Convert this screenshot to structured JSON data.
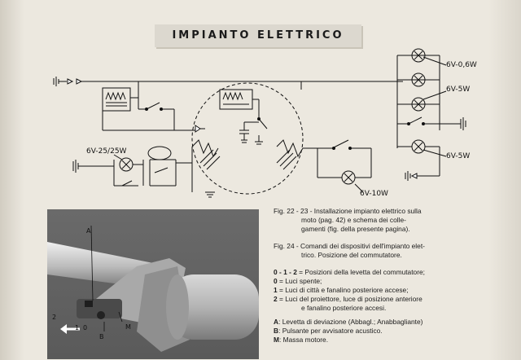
{
  "title": "IMPIANTO ELETTRICO",
  "diagram": {
    "labels": {
      "lamp_top1": "6V-0,6W",
      "lamp_top2": "6V-5W",
      "lamp_bottom": "6V-5W",
      "headlamp": "6V-25/25W",
      "horn_lamp": "6V-10W"
    }
  },
  "photo": {
    "labels": {
      "A": "A",
      "B": "B",
      "M": "M",
      "pos2": "2",
      "pos1": "1",
      "pos0": "0"
    }
  },
  "caption": {
    "fig2223_line1": "Fig. 22 - 23 - Installazione impianto elettrico sulla",
    "fig2223_line2": "moto (pag. 42) e schema dei colle-",
    "fig2223_line3": "gamenti (fig. della presente pagina).",
    "fig24_line1": "Fig. 24 - Comandi dei dispositivi dell'impianto elet-",
    "fig24_line2": "trico. Posizione del commutatore.",
    "legend": [
      {
        "key": "0 - 1 - 2",
        "sep": " = ",
        "text": "Posizioni della levetta del commutatore;"
      },
      {
        "key": "0",
        "sep": " = ",
        "text": "Luci spente;"
      },
      {
        "key": "1",
        "sep": " = ",
        "text": "Luci di città e fanalino posteriore accese;"
      },
      {
        "key": "2",
        "sep": " = ",
        "text": "Luci del proiettore, luce di posizione anteriore"
      },
      {
        "key": "",
        "sep": "",
        "text": "e fanalino posteriore accesi."
      },
      {
        "key": "A",
        "sep": ": ",
        "text": "Levetta di deviazione (Abbagl.; Anabbagliante)"
      },
      {
        "key": "B",
        "sep": ": ",
        "text": "Pulsante per avvisatore acustico."
      },
      {
        "key": "M",
        "sep": ": ",
        "text": "Massa motore."
      }
    ]
  },
  "colors": {
    "paper": "#ece8df",
    "ink": "#111111",
    "photo_bg": "#6d6d6d"
  }
}
